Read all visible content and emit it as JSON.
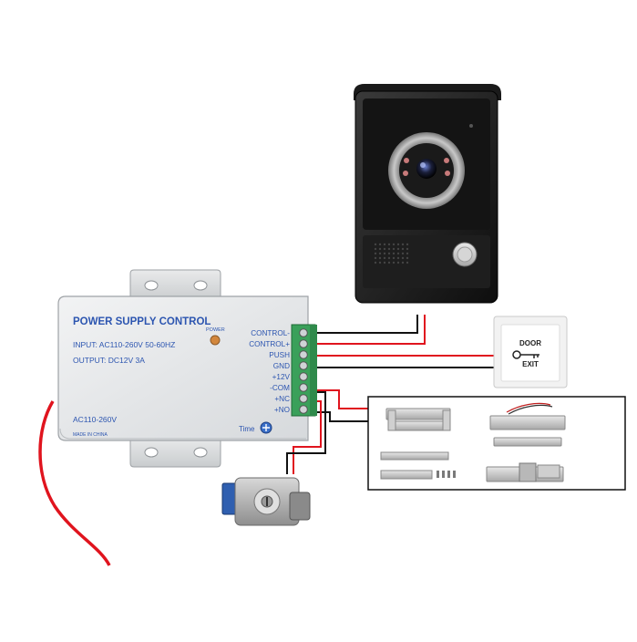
{
  "power_supply": {
    "title": "POWER SUPPLY CONTROL",
    "input": "INPUT: AC110-260V 50-60HZ",
    "output": "OUTPUT: DC12V  3A",
    "power_label": "POWER",
    "ac_label": "AC110-260V",
    "made_in": "MADE IN CHINA",
    "time_label": "Time",
    "terminals": [
      "CONTROL-",
      "CONTROL+",
      "PUSH",
      "GND",
      "+12V",
      "-COM",
      "+NC",
      "+NO"
    ]
  },
  "exit_button": {
    "line1": "DOOR",
    "line2": "EXIT"
  },
  "colors": {
    "wire_red": "#e0141e",
    "wire_black": "#111111",
    "terminal_green": "#3aa05a",
    "psu_body": "#e6e8ea",
    "text_blue": "#2c55b0"
  }
}
